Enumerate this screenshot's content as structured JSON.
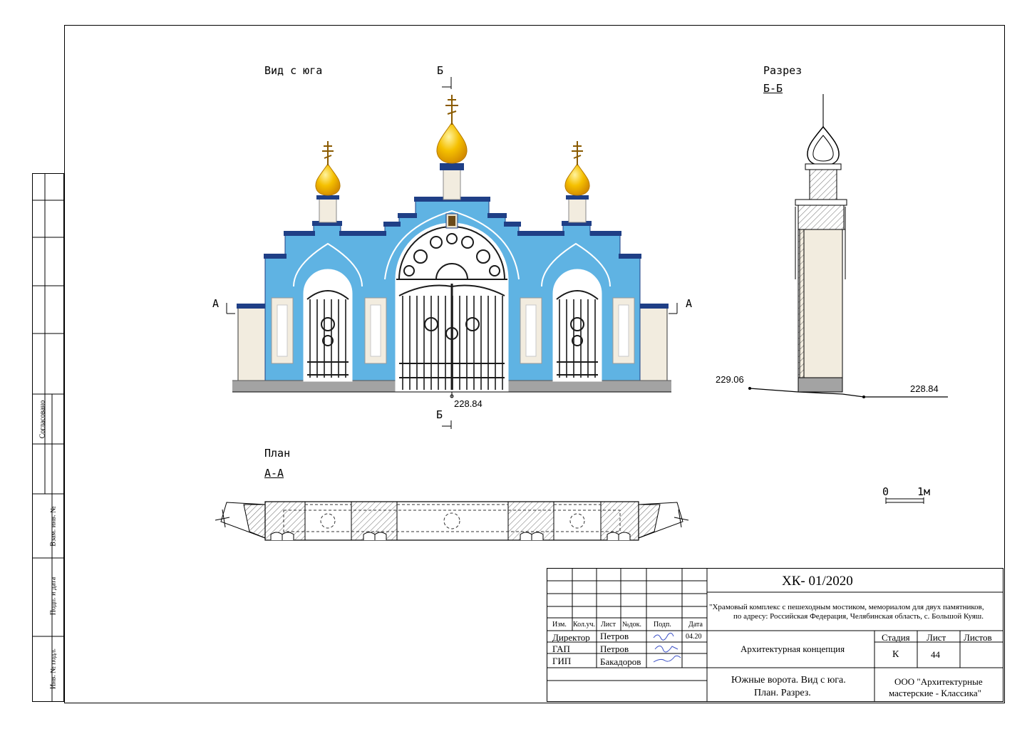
{
  "views": {
    "south_view_title": "Вид с юга",
    "section_title": "Разрез",
    "section_name": "Б-Б",
    "plan_title": "План",
    "plan_name": "А-А",
    "cut_a": "А",
    "cut_b": "Б",
    "elev_left": "229.06",
    "elev_right": "228.84",
    "elev_facade": "228.84",
    "scale_zero": "0",
    "scale_one": "1м"
  },
  "side_stamp": {
    "agreed": "Согласовано",
    "vzam_inv": "Взам. инв. №",
    "podp_data": "Подп. и дата",
    "inv_podl": "Инв. № подл."
  },
  "title_block": {
    "code": "ХК- 01/2020",
    "project_line1": "\"Храмовый комплекс с пешеходным мостиком, мемориалом для двух памятников,",
    "project_line2": "по адресу: Российская Федерация, Челябинская область, с. Большой Куяш.",
    "headers": {
      "izm": "Изм.",
      "kol": "Кол.уч.",
      "list": "Лист",
      "ndok": "№док.",
      "podp": "Подп.",
      "data": "Дата"
    },
    "rows": [
      {
        "role": "Директор",
        "name": "Петров",
        "date": "04.20"
      },
      {
        "role": "ГАП",
        "name": "Петров",
        "date": ""
      },
      {
        "role": "ГИП",
        "name": "Бакадоров",
        "date": ""
      }
    ],
    "stage_label": "Стадия",
    "sheet_label": "Лист",
    "sheets_label": "Листов",
    "stage_value": "К",
    "sheet_value": "44",
    "sheets_value": "",
    "concept": "Архитектурная концепция",
    "drawing_line1": "Южные ворота. Вид с юга.",
    "drawing_line2": "План. Разрез.",
    "org_line1": "ООО \"Архитектурные",
    "org_line2": "мастерские - Классика\""
  },
  "colors": {
    "wall_blue": "#5fb3e3",
    "roof_navy": "#1f3f86",
    "gold": "#f2b400",
    "cream": "#f2ecdf",
    "plinth": "#a3a3a3",
    "iron": "#1a1a1a"
  }
}
